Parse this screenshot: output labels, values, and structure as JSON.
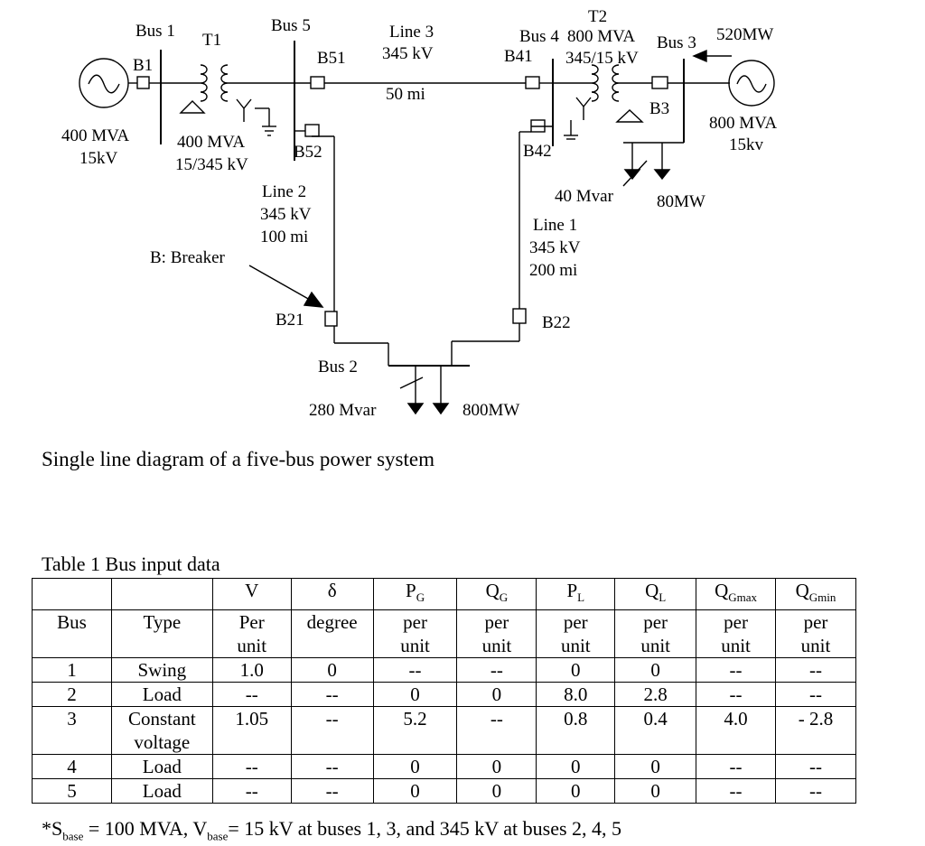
{
  "labels": {
    "bus1": "Bus 1",
    "t1": "T1",
    "b1": "B1",
    "bus5": "Bus 5",
    "b51": "B51",
    "b52": "B52",
    "line3": "Line 3",
    "line3_kv": "345 kV",
    "line3_mi": "50 mi",
    "t2": "T2",
    "bus4": "Bus 4",
    "t2_mva": "800 MVA",
    "bus3": "Bus 3",
    "b41": "B41",
    "t2_kv": "345/15 kV",
    "b3": "B3",
    "b42": "B42",
    "gen3_mw": "520MW",
    "gen1_mva": "400 MVA",
    "gen1_kv": "15kV",
    "t1_mva": "400 MVA",
    "t1_kv": "15/345 kV",
    "gen3_mva": "800 MVA",
    "gen3_kv": "15kv",
    "load4_mvar": "40 Mvar",
    "load4_mw": "80MW",
    "line2": "Line 2",
    "line2_kv": "345 kV",
    "line2_mi": "100 mi",
    "line1": "Line 1",
    "line1_kv": "345 kV",
    "line1_mi": "200 mi",
    "breaker_legend": "B: Breaker",
    "b21": "B21",
    "b22": "B22",
    "bus2": "Bus 2",
    "load2_mvar": "280 Mvar",
    "load2_mw": "800MW"
  },
  "caption": "Single line diagram of a five-bus power system",
  "table": {
    "title": "Table 1 Bus input data",
    "header_bus": "Bus",
    "header_type": "Type",
    "header_v": "V",
    "header_delta": "δ",
    "header_pg_main": "P",
    "header_pg_sub": "G",
    "header_qg_main": "Q",
    "header_qg_sub": "G",
    "header_pl_main": "P",
    "header_pl_sub": "L",
    "header_ql_main": "Q",
    "header_ql_sub": "L",
    "header_qgmax_main": "Q",
    "header_qgmax_sub": "Gmax",
    "header_qgmin_main": "Q",
    "header_qgmin_sub": "Gmin",
    "unit_v_1": "Per",
    "unit_v_2": "unit",
    "unit_delta": "degree",
    "unit_1": "per",
    "unit_2": "unit",
    "rows": [
      {
        "bus": "1",
        "type": "Swing",
        "v": "1.0",
        "d": "0",
        "pg": "--",
        "qg": "--",
        "pl": "0",
        "ql": "0",
        "qgmax": "--",
        "qgmin": "--"
      },
      {
        "bus": "2",
        "type": "Load",
        "v": "--",
        "d": "--",
        "pg": "0",
        "qg": "0",
        "pl": "8.0",
        "ql": "2.8",
        "qgmax": "--",
        "qgmin": "--"
      },
      {
        "bus": "3",
        "type": "Constant voltage",
        "v": "1.05",
        "d": "--",
        "pg": "5.2",
        "qg": "--",
        "pl": "0.8",
        "ql": "0.4",
        "qgmax": "4.0",
        "qgmin": "- 2.8"
      },
      {
        "bus": "4",
        "type": "Load",
        "v": "--",
        "d": "--",
        "pg": "0",
        "qg": "0",
        "pl": "0",
        "ql": "0",
        "qgmax": "--",
        "qgmin": "--"
      },
      {
        "bus": "5",
        "type": "Load",
        "v": "--",
        "d": "--",
        "pg": "0",
        "qg": "0",
        "pl": "0",
        "ql": "0",
        "qgmax": "--",
        "qgmin": "--"
      }
    ]
  },
  "footnote": {
    "prefix": "*S",
    "sub1": "base",
    "mid": " = 100 MVA, V",
    "sub2": "base",
    "rest": "= 15 kV at buses 1, 3, and 345 kV at buses 2, 4, 5"
  }
}
